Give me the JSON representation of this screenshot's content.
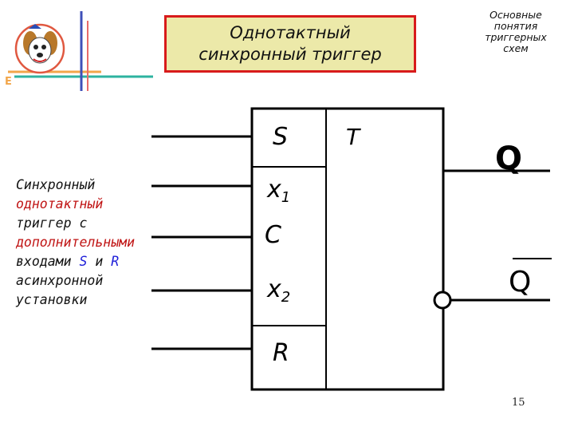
{
  "header": {
    "title_line1": "Однотактный",
    "title_line2": "синхронный триггер",
    "corner_line1": "Основные",
    "corner_line2": "понятия",
    "corner_line3": "триггерных",
    "corner_line4": "схем"
  },
  "description": {
    "line1": "Синхронный",
    "line2": "однотактный",
    "line3": "триггер с",
    "line4": "дополнительными",
    "line5_prefix": "входами ",
    "line5_s": "S",
    "line5_mid": " и ",
    "line5_r": "R",
    "line6": "асинхронной",
    "line7": "установки"
  },
  "trigger": {
    "type_label": "T",
    "inputs": {
      "s": "S",
      "x1": "x",
      "x1_sub": "1",
      "c": "C",
      "x2": "x",
      "x2_sub": "2",
      "r": "R"
    },
    "outputs": {
      "q": "Q",
      "q_inverse": "Q"
    }
  },
  "logo": {
    "letter": "E"
  },
  "colors": {
    "title_bg": "#ece9a9",
    "title_border": "#d81b1b",
    "text_red": "#c01414",
    "text_blue": "#1d1dd8"
  },
  "page_number": "15"
}
